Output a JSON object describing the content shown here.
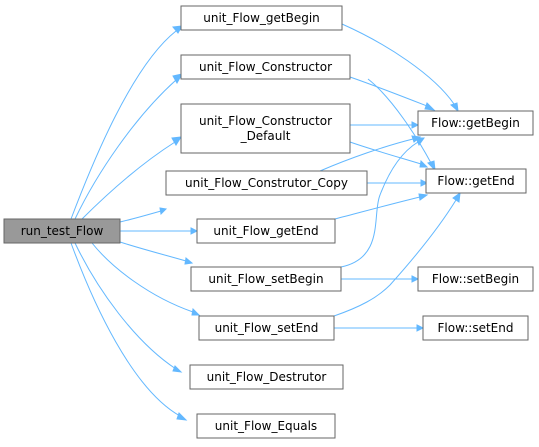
{
  "graph": {
    "edge_color": "#63b8ff",
    "node_border_color": "#666666",
    "root_fill_color": "#999999",
    "node_fill_color": "#ffffff",
    "nodes": [
      {
        "id": "run_test_Flow",
        "lines": [
          "run_test_Flow"
        ],
        "root": true
      },
      {
        "id": "unit_Flow_getBegin",
        "lines": [
          "unit_Flow_getBegin"
        ]
      },
      {
        "id": "unit_Flow_Constructor",
        "lines": [
          "unit_Flow_Constructor"
        ]
      },
      {
        "id": "unit_Flow_Constructor_Default",
        "lines": [
          "unit_Flow_Constructor",
          "_Default"
        ]
      },
      {
        "id": "unit_Flow_Construtor_Copy",
        "lines": [
          "unit_Flow_Construtor_Copy"
        ]
      },
      {
        "id": "unit_Flow_getEnd",
        "lines": [
          "unit_Flow_getEnd"
        ]
      },
      {
        "id": "unit_Flow_setBegin",
        "lines": [
          "unit_Flow_setBegin"
        ]
      },
      {
        "id": "unit_Flow_setEnd",
        "lines": [
          "unit_Flow_setEnd"
        ]
      },
      {
        "id": "unit_Flow_Destrutor",
        "lines": [
          "unit_Flow_Destrutor"
        ]
      },
      {
        "id": "unit_Flow_Equals",
        "lines": [
          "unit_Flow_Equals"
        ]
      },
      {
        "id": "Flow_getBegin",
        "lines": [
          "Flow::getBegin"
        ]
      },
      {
        "id": "Flow_getEnd",
        "lines": [
          "Flow::getEnd"
        ]
      },
      {
        "id": "Flow_setBegin",
        "lines": [
          "Flow::setBegin"
        ]
      },
      {
        "id": "Flow_setEnd",
        "lines": [
          "Flow::setEnd"
        ]
      }
    ],
    "edges": [
      {
        "from": "run_test_Flow",
        "to": "unit_Flow_getBegin"
      },
      {
        "from": "run_test_Flow",
        "to": "unit_Flow_Constructor"
      },
      {
        "from": "run_test_Flow",
        "to": "unit_Flow_Constructor_Default"
      },
      {
        "from": "run_test_Flow",
        "to": "unit_Flow_Construtor_Copy"
      },
      {
        "from": "run_test_Flow",
        "to": "unit_Flow_getEnd"
      },
      {
        "from": "run_test_Flow",
        "to": "unit_Flow_setBegin"
      },
      {
        "from": "run_test_Flow",
        "to": "unit_Flow_setEnd"
      },
      {
        "from": "run_test_Flow",
        "to": "unit_Flow_Destrutor"
      },
      {
        "from": "run_test_Flow",
        "to": "unit_Flow_Equals"
      },
      {
        "from": "unit_Flow_getBegin",
        "to": "Flow_getBegin"
      },
      {
        "from": "unit_Flow_Constructor",
        "to": "Flow_getBegin"
      },
      {
        "from": "unit_Flow_Constructor",
        "to": "Flow_getEnd"
      },
      {
        "from": "unit_Flow_Constructor_Default",
        "to": "Flow_getBegin"
      },
      {
        "from": "unit_Flow_Constructor_Default",
        "to": "Flow_getEnd"
      },
      {
        "from": "unit_Flow_Construtor_Copy",
        "to": "Flow_getBegin"
      },
      {
        "from": "unit_Flow_Construtor_Copy",
        "to": "Flow_getEnd"
      },
      {
        "from": "unit_Flow_getEnd",
        "to": "Flow_getEnd"
      },
      {
        "from": "unit_Flow_setBegin",
        "to": "Flow_getBegin"
      },
      {
        "from": "unit_Flow_setBegin",
        "to": "Flow_setBegin"
      },
      {
        "from": "unit_Flow_setEnd",
        "to": "Flow_getEnd"
      },
      {
        "from": "unit_Flow_setEnd",
        "to": "Flow_setEnd"
      }
    ]
  }
}
